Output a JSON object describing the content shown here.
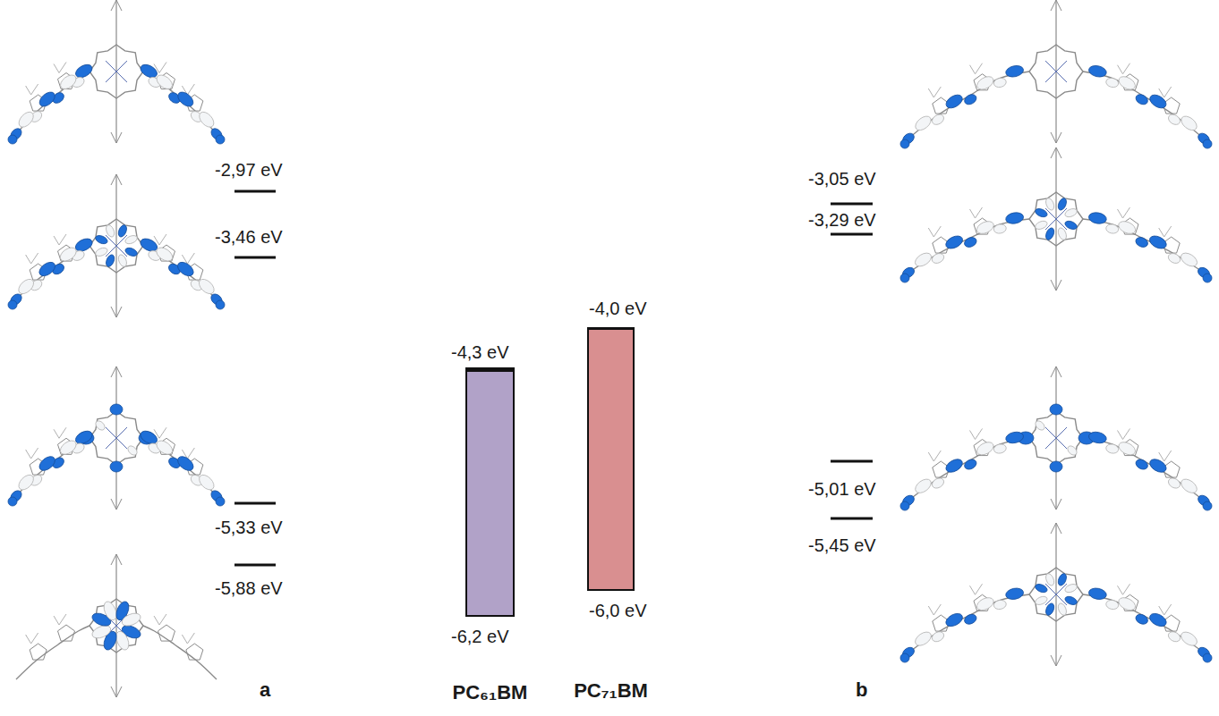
{
  "diagram": {
    "nodes": [
      {
        "text": [
          "-4,3 eV",
          "-6,2 eV",
          "PC₆₁BM"
        ]
      },
      {
        "text": [
          "-4,0 eV",
          "-6,0 eV",
          "PC₇₁BM"
        ]
      }
    ],
    "labels": [
      "-2,97 eV",
      "-3,46 eV",
      "-5,33 eV",
      "-5,88 eV",
      "a",
      "-3,05 eV",
      "-3,29 eV",
      "-5,01 eV",
      "-5,45 eV",
      "b"
    ]
  }
}
